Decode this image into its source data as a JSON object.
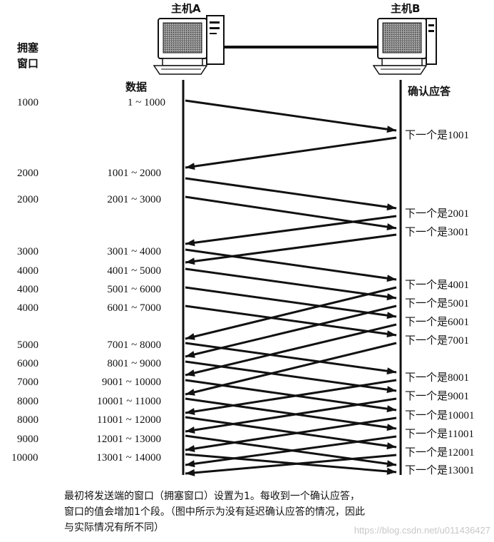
{
  "hosts": {
    "a": "主机A",
    "b": "主机B"
  },
  "column_headers": {
    "window": [
      "拥塞",
      "窗口"
    ],
    "data": "数据",
    "ack": "确认应答"
  },
  "rows": [
    {
      "window": "1000",
      "data": "1 ~ 1000"
    },
    {
      "window": "2000",
      "data": "1001 ~ 2000"
    },
    {
      "window": "2000",
      "data": "2001 ~ 3000"
    },
    {
      "window": "3000",
      "data": "3001 ~ 4000"
    },
    {
      "window": "4000",
      "data": "4001 ~ 5000"
    },
    {
      "window": "4000",
      "data": "5001 ~ 6000"
    },
    {
      "window": "4000",
      "data": "6001 ~ 7000"
    },
    {
      "window": "5000",
      "data": "7001 ~ 8000"
    },
    {
      "window": "6000",
      "data": "8001 ~ 9000"
    },
    {
      "window": "7000",
      "data": "9001 ~ 10000"
    },
    {
      "window": "8000",
      "data": "10001 ~ 11000"
    },
    {
      "window": "8000",
      "data": "11001 ~ 12000"
    },
    {
      "window": "9000",
      "data": "12001 ~ 13000"
    },
    {
      "window": "10000",
      "data": "13001 ~ 14000"
    }
  ],
  "acks": [
    "下一个是1001",
    "下一个是2001",
    "下一个是3001",
    "下一个是4001",
    "下一个是5001",
    "下一个是6001",
    "下一个是7001",
    "下一个是8001",
    "下一个是9001",
    "下一个是10001",
    "下一个是11001",
    "下一个是12001",
    "下一个是13001"
  ],
  "caption": [
    "最初将发送端的窗口（拥塞窗口）设置为1。每收到一个确认应答，",
    "窗口的值会增加1个段。（图中所示为没有延迟确认应答的情况，因此",
    "与实际情况有所不同）"
  ],
  "watermark": "https://blog.csdn.net/u011436427"
}
